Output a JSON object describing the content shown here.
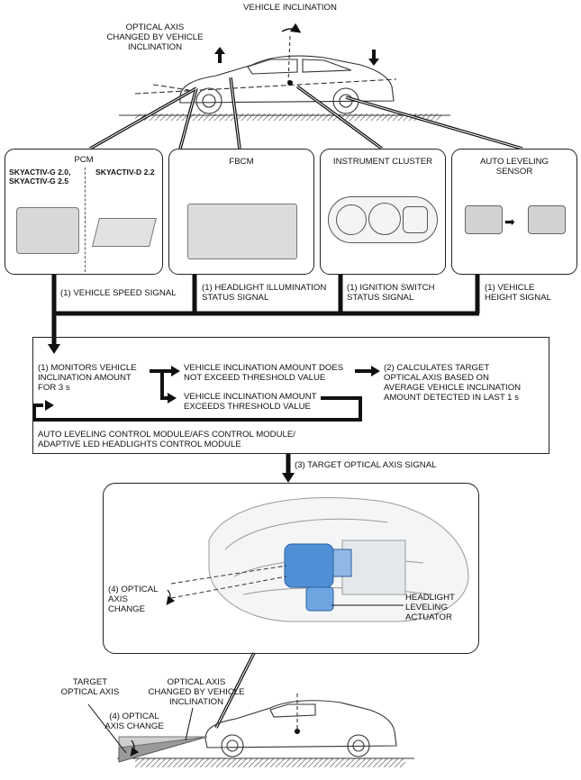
{
  "top": {
    "vehicle_inclination": "VEHICLE INCLINATION",
    "optical_axis_changed": "OPTICAL AXIS\nCHANGED BY VEHICLE\nINCLINATION"
  },
  "inputs": [
    {
      "title": "PCM",
      "sub_left": "SKYACTIV-G 2.0,\nSKYACTIV-G 2.5",
      "sub_right": "SKYACTIV-D 2.2",
      "signal": "(1) VEHICLE SPEED SIGNAL"
    },
    {
      "title": "FBCM",
      "signal": "(1) HEADLIGHT ILLUMINATION\nSTATUS SIGNAL"
    },
    {
      "title": "INSTRUMENT CLUSTER",
      "signal": "(1) IGNITION SWITCH\nSTATUS SIGNAL"
    },
    {
      "title": "AUTO LEVELING\nSENSOR",
      "signal": "(1) VEHICLE\nHEIGHT SIGNAL"
    }
  ],
  "module": {
    "monitor": "(1) MONITORS VEHICLE\nINCLINATION AMOUNT\nFOR 3 s",
    "not_exceed": "VEHICLE INCLINATION AMOUNT DOES\nNOT EXCEED THRESHOLD VALUE",
    "exceeds": "VEHICLE INCLINATION AMOUNT\nEXCEEDS THRESHOLD VALUE",
    "calculates": "(2) CALCULATES TARGET\nOPTICAL AXIS BASED ON\nAVERAGE VEHICLE INCLINATION\nAMOUNT DETECTED IN LAST 1 s",
    "name": "AUTO LEVELING CONTROL MODULE/AFS CONTROL MODULE/\nADAPTIVE LED HEADLIGHTS CONTROL MODULE"
  },
  "target_signal": "(3) TARGET OPTICAL AXIS SIGNAL",
  "headlight": {
    "optical_axis_change": "(4) OPTICAL\nAXIS\nCHANGE",
    "actuator": "HEADLIGHT\nLEVELING\nACTUATOR"
  },
  "bottom": {
    "target_axis": "TARGET\nOPTICAL AXIS",
    "changed_axis": "OPTICAL AXIS\nCHANGED BY VEHICLE\nINCLINATION",
    "axis_change": "(4) OPTICAL\nAXIS CHANGE"
  },
  "colors": {
    "actuator_blue": "#4f8fd6",
    "line": "#111111"
  }
}
